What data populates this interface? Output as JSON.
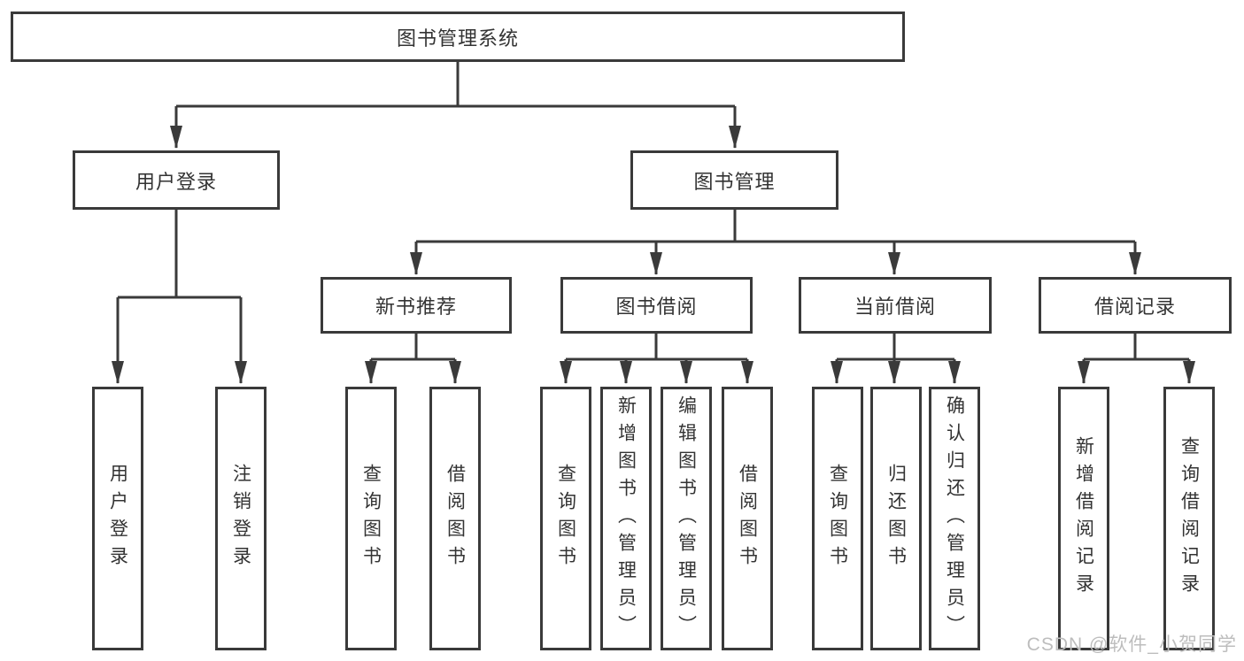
{
  "colors": {
    "line": "#3a3a3a",
    "text": "#333333",
    "box_background": "#ffffff",
    "watermark": "#bdbdbd"
  },
  "nodes": {
    "root": "图书管理系统",
    "user_login": "用户登录",
    "book_management": "图书管理",
    "new_books": "新书推荐",
    "book_borrowing": "图书借阅",
    "current_borrowing": "当前借阅",
    "borrowing_records": "借阅记录",
    "leaf_user_login": "用户登录",
    "leaf_logout": "注销登录",
    "leaf_nb_query": "查询图书",
    "leaf_nb_borrow": "借阅图书",
    "leaf_bb_query": "查询图书",
    "leaf_bb_add": "新增图书（管理员）",
    "leaf_bb_edit": "编辑图书（管理员）",
    "leaf_bb_borrow": "借阅图书",
    "leaf_cb_query": "查询图书",
    "leaf_cb_return": "归还图书",
    "leaf_cb_confirm": "确认归还（管理员）",
    "leaf_br_add": "新增借阅记录",
    "leaf_br_query": "查询借阅记录"
  },
  "watermark": "CSDN @软件_小贺同学"
}
